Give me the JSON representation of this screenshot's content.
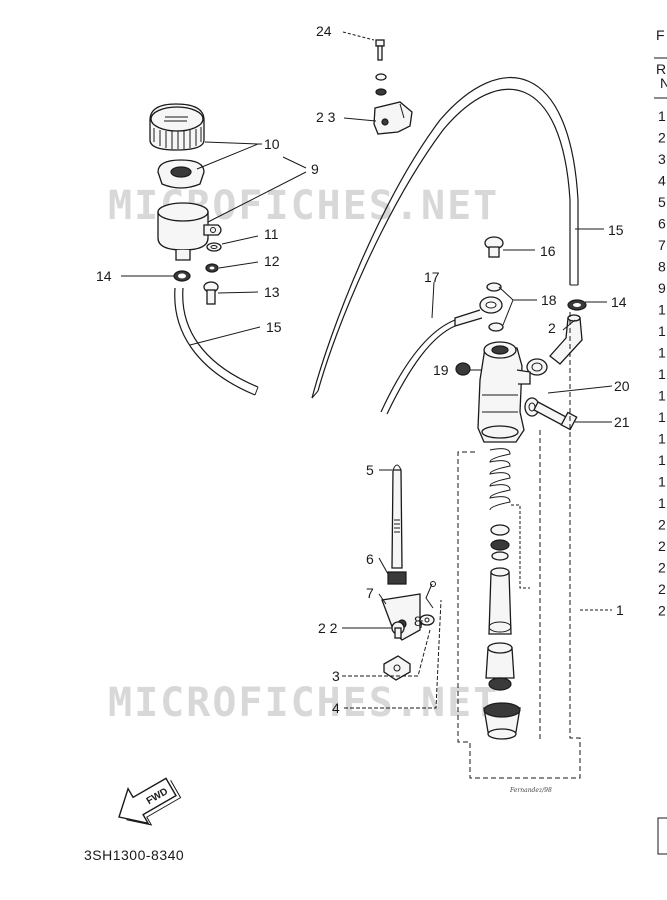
{
  "watermarks": [
    "MICROFICHES.NET",
    "MICROFICHES.NET"
  ],
  "part_code": "3SH1300-8340",
  "fwd_label": "FWD",
  "signature": "Fernandez/98",
  "edge_text": {
    "header": "F",
    "col_head": "R",
    "col_head2": "N",
    "rows": [
      "1",
      "2",
      "3",
      "4",
      "5",
      "6",
      "7",
      "8",
      "9",
      "1",
      "1",
      "1",
      "1",
      "1",
      "1",
      "1",
      "1",
      "1",
      "1",
      "2",
      "2",
      "2",
      "2",
      "2"
    ]
  },
  "callouts": [
    {
      "id": "c24",
      "label": "24"
    },
    {
      "id": "c23",
      "label": "2 3"
    },
    {
      "id": "c10",
      "label": "10"
    },
    {
      "id": "c9",
      "label": "9"
    },
    {
      "id": "c11",
      "label": "11"
    },
    {
      "id": "c12",
      "label": "12"
    },
    {
      "id": "c13",
      "label": "13"
    },
    {
      "id": "c14a",
      "label": "14"
    },
    {
      "id": "c15a",
      "label": "15"
    },
    {
      "id": "c15b",
      "label": "15"
    },
    {
      "id": "c16",
      "label": "16"
    },
    {
      "id": "c17",
      "label": "17"
    },
    {
      "id": "c18",
      "label": "18"
    },
    {
      "id": "c14b",
      "label": "14"
    },
    {
      "id": "c2",
      "label": "2"
    },
    {
      "id": "c19",
      "label": "19"
    },
    {
      "id": "c20",
      "label": "20"
    },
    {
      "id": "c21",
      "label": "21"
    },
    {
      "id": "c5",
      "label": "5"
    },
    {
      "id": "c6",
      "label": "6"
    },
    {
      "id": "c7",
      "label": "7"
    },
    {
      "id": "c22",
      "label": "2 2"
    },
    {
      "id": "c8",
      "label": "8"
    },
    {
      "id": "c3",
      "label": "3"
    },
    {
      "id": "c4",
      "label": "4"
    },
    {
      "id": "c1",
      "label": "1"
    }
  ]
}
